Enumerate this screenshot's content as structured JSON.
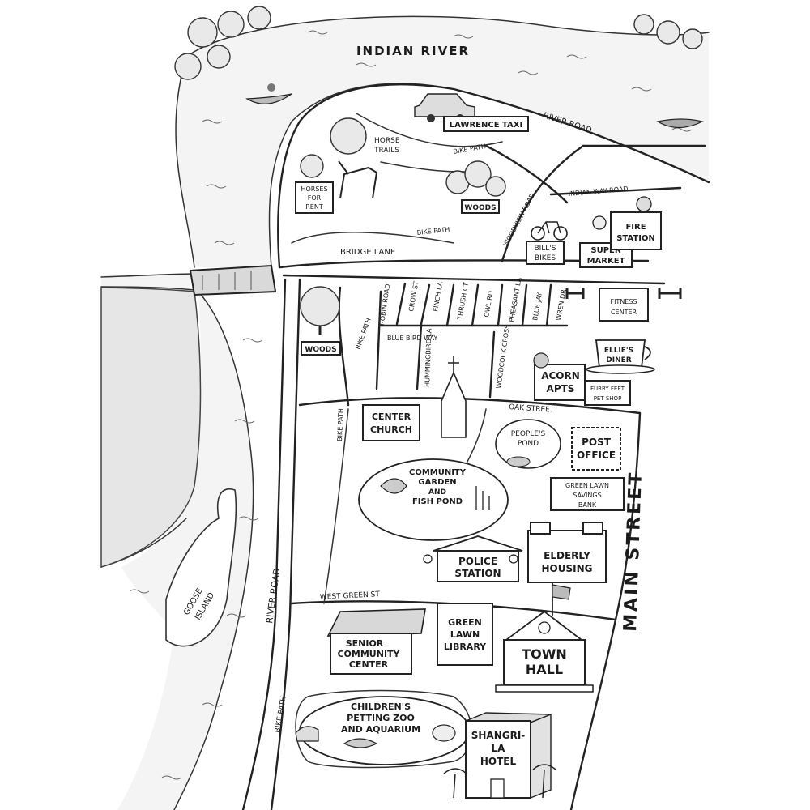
{
  "map": {
    "water": {
      "river": "INDIAN RIVER",
      "island_line1": "GOOSE",
      "island_line2": "ISLAND"
    },
    "roads": {
      "river_road_top": "RIVER ROAD",
      "river_road_west": "RIVER ROAD",
      "bridge_lane": "BRIDGE LANE",
      "indian_way_road": "INDIAN WAY ROAD",
      "woodview_road": "WOODVIEW ROAD",
      "bike_path_1": "BIKE PATH",
      "bike_path_2": "BIKE PATH",
      "bike_path_3": "BIKE PATH",
      "bike_path_4": "BIKE PATH",
      "bike_path_5": "BIKE PATH",
      "robin_road": "ROBIN ROAD",
      "crow_st": "CROW ST",
      "finch_la": "FINCH LA",
      "thrush_ct": "THRUSH CT",
      "owl_rd": "OWL RD",
      "pheasant_la": "PHEASANT LA",
      "blue_jay": "BLUE JAY",
      "wren_dr": "WREN DR",
      "blue_bird_way": "BLUE BIRD WAY",
      "hummingbird_la": "HUMMINGBIRD LA",
      "woodcock_cross": "WOODCOCK CROSS",
      "oak_street": "OAK STREET",
      "west_green_st": "WEST GREEN ST",
      "main_street": "MAIN STREET"
    },
    "places": {
      "lawrence_taxi": "LAWRENCE TAXI",
      "horse_trails_1": "HORSE",
      "horse_trails_2": "TRAILS",
      "horses_for_rent_1": "HORSES",
      "horses_for_rent_2": "FOR",
      "horses_for_rent_3": "RENT",
      "woods_north": "WOODS",
      "woods_west": "WOODS",
      "bills_bikes_1": "BILL'S",
      "bills_bikes_2": "BIKES",
      "super_market_1": "SUPER",
      "super_market_2": "MARKET",
      "fire_station_1": "FIRE",
      "fire_station_2": "STATION",
      "fitness_center_1": "FITNESS",
      "fitness_center_2": "CENTER",
      "ellies_diner_1": "ELLIE'S",
      "ellies_diner_2": "DINER",
      "acorn_apts_1": "ACORN",
      "acorn_apts_2": "APTS",
      "pet_shop_1": "FURRY FEET",
      "pet_shop_2": "PET SHOP",
      "center_church_1": "CENTER",
      "center_church_2": "CHURCH",
      "peoples_pond_1": "PEOPLE'S",
      "peoples_pond_2": "POND",
      "post_office_1": "POST",
      "post_office_2": "OFFICE",
      "garden_1": "COMMUNITY",
      "garden_2": "GARDEN",
      "garden_3": "AND",
      "garden_4": "FISH POND",
      "bank_1": "GREEN LAWN",
      "bank_2": "SAVINGS",
      "bank_3": "BANK",
      "police_1": "POLICE",
      "police_2": "STATION",
      "elderly_1": "ELDERLY",
      "elderly_2": "HOUSING",
      "senior_1": "SENIOR",
      "senior_2": "COMMUNITY",
      "senior_3": "CENTER",
      "library_1": "GREEN",
      "library_2": "LAWN",
      "library_3": "LIBRARY",
      "town_hall_1": "TOWN",
      "town_hall_2": "HALL",
      "zoo_1": "CHILDREN'S",
      "zoo_2": "PETTING ZOO",
      "zoo_3": "AND AQUARIUM",
      "hotel_1": "SHANGRI-",
      "hotel_2": "LA",
      "hotel_3": "HOTEL"
    }
  }
}
